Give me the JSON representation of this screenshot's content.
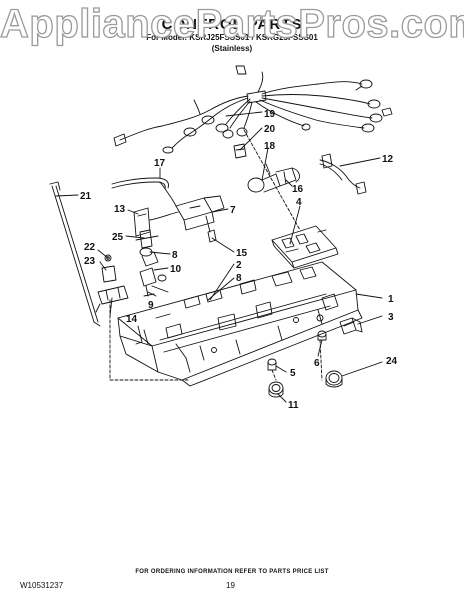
{
  "watermark": "AppliancePartsPros.com",
  "header": {
    "title": "CONTROL PARTS",
    "model_line": "For Model: KSRJ25FSSS01 / KSRG25FSSS01",
    "finish": "(Stainless)"
  },
  "callouts": [
    "1",
    "2",
    "3",
    "4",
    "5",
    "6",
    "7",
    "8",
    "8",
    "9",
    "10",
    "11",
    "12",
    "13",
    "14",
    "15",
    "16",
    "17",
    "18",
    "19",
    "20",
    "21",
    "22",
    "23",
    "24",
    "25"
  ],
  "footer": {
    "info": "FOR ORDERING INFORMATION REFER TO PARTS PRICE LIST",
    "part_number": "W10531237",
    "page_number": "19"
  }
}
